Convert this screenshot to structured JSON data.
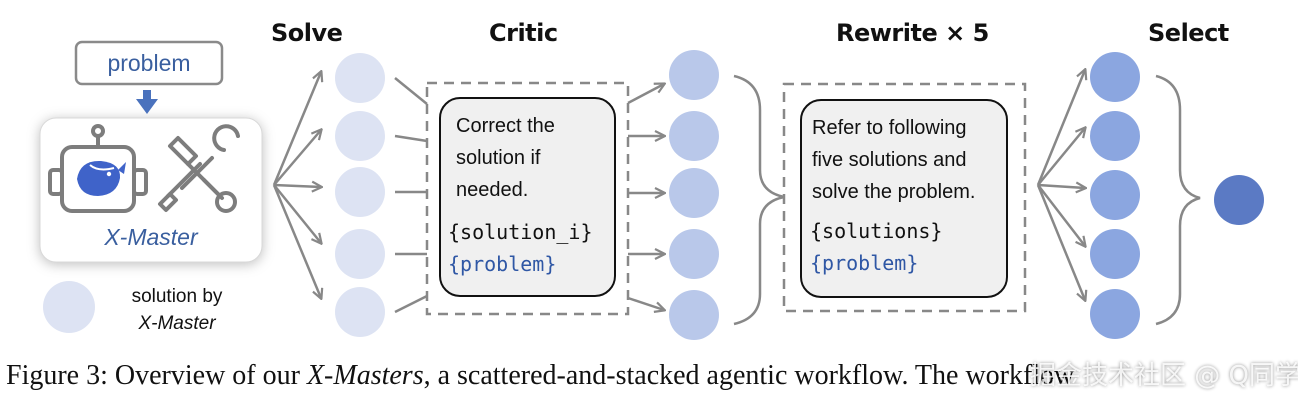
{
  "stages": {
    "solve": "Solve",
    "critic": "Critic",
    "rewrite": "Rewrite × 5",
    "select": "Select"
  },
  "agent": {
    "input_label": "problem",
    "name": "X-Master"
  },
  "legend": {
    "line1": "solution by",
    "line2": "X-Master"
  },
  "critic_prompt": {
    "line1": "Correct the",
    "line2": "solution if",
    "line3": "needed.",
    "var1": "{solution_i}",
    "var2": "{problem}"
  },
  "rewrite_prompt": {
    "line1": "Refer to following",
    "line2": "five solutions and",
    "line3": "solve the problem.",
    "var1": "{solutions}",
    "var2": "{problem}"
  },
  "caption": {
    "prefix": "Figure 3:  Overview of our ",
    "name": "X-Masters",
    "suffix": ", a scattered-and-stacked agentic workflow.  The workflow"
  },
  "watermark": "掘金技术社区 @ Q同学",
  "colors": {
    "solve_node": "#dde3f3",
    "critic_node": "#b9c8ea",
    "rewrite_node": "#8ba6e0",
    "select_node": "#5b7ac4",
    "arrow": "#888888",
    "accent_text": "#3a5f9f"
  },
  "icons": [
    "down-arrow-icon",
    "robot-icon",
    "whale-icon",
    "tools-icon",
    "brace-icon"
  ]
}
